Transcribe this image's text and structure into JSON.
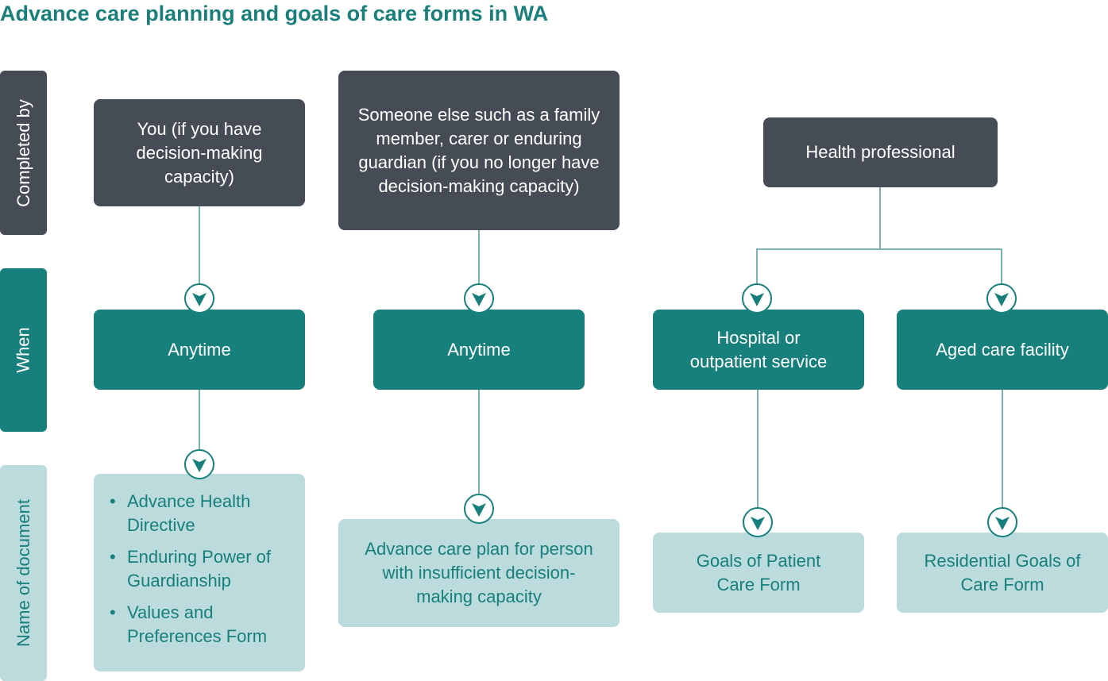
{
  "title": "Advance care planning and goals of care forms in WA",
  "rows": {
    "completed_by": "Completed by",
    "when": "When",
    "document": "Name of document"
  },
  "colors": {
    "teal": "#17807c",
    "dark": "#454c55",
    "light": "#bcdbdc",
    "line": "#7ab3b3"
  },
  "completed_by": {
    "you": "You (if you have decision-making capacity)",
    "someone": "Someone else such as a family member, carer or enduring guardian (if you no longer have decision-making capacity)",
    "health": "Health professional"
  },
  "when": {
    "you": "Anytime",
    "someone": "Anytime",
    "hospital": "Hospital or outpatient service",
    "aged": "Aged care facility"
  },
  "documents": {
    "you": [
      "Advance Health Directive",
      "Enduring Power of Guardianship",
      "Values and Preferences Form"
    ],
    "someone": "Advance care plan for person with insufficient decision-making capacity",
    "hospital": "Goals of Patient Care Form",
    "aged": "Residential Goals of Care Form"
  }
}
